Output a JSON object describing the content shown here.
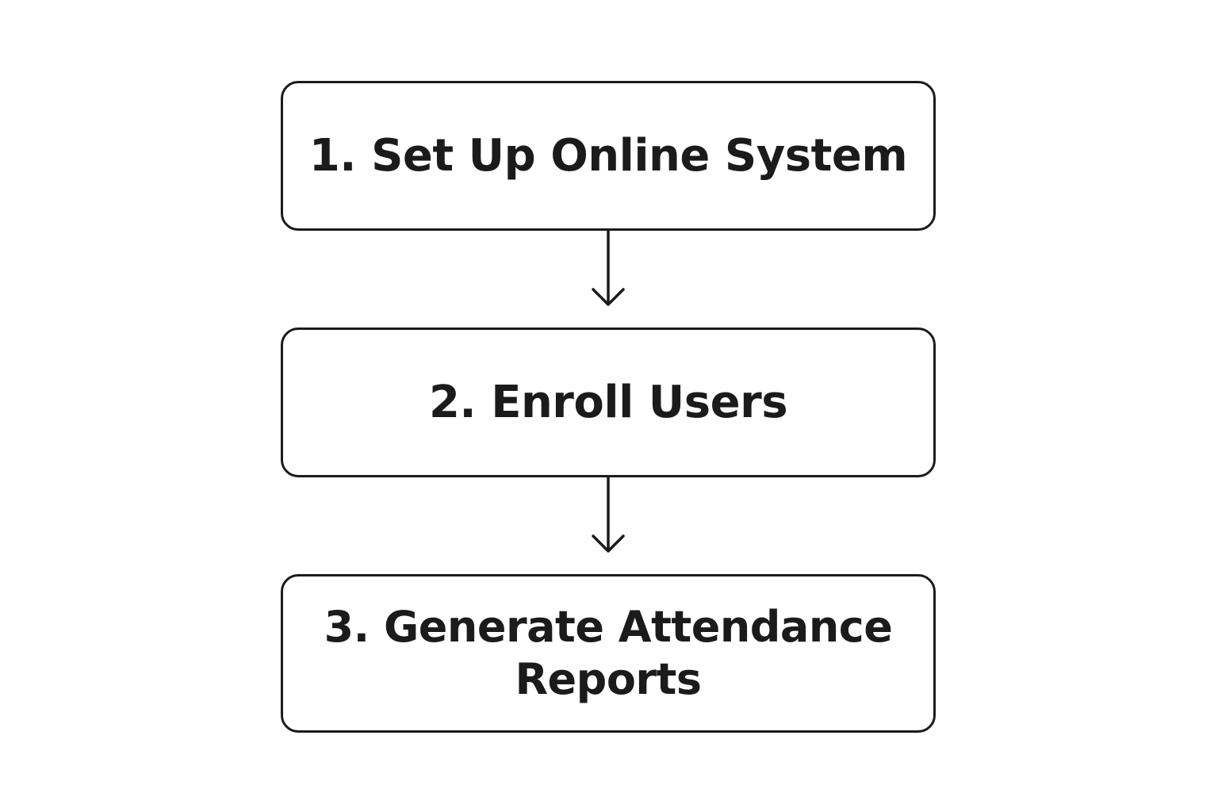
{
  "colors": {
    "stroke": "#1b1b1b",
    "text": "#1b1b1b",
    "background": "#ffffff"
  },
  "steps": [
    {
      "label": "1. Set Up Online System"
    },
    {
      "label": "2. Enroll Users"
    },
    {
      "label": "3. Generate Attendance\nReports"
    }
  ],
  "connectors": [
    {
      "from": "1. Set Up Online System",
      "to": "2. Enroll Users",
      "icon": "arrow-down-icon"
    },
    {
      "from": "2. Enroll Users",
      "to": "3. Generate Attendance\nReports",
      "icon": "arrow-down-icon"
    }
  ]
}
